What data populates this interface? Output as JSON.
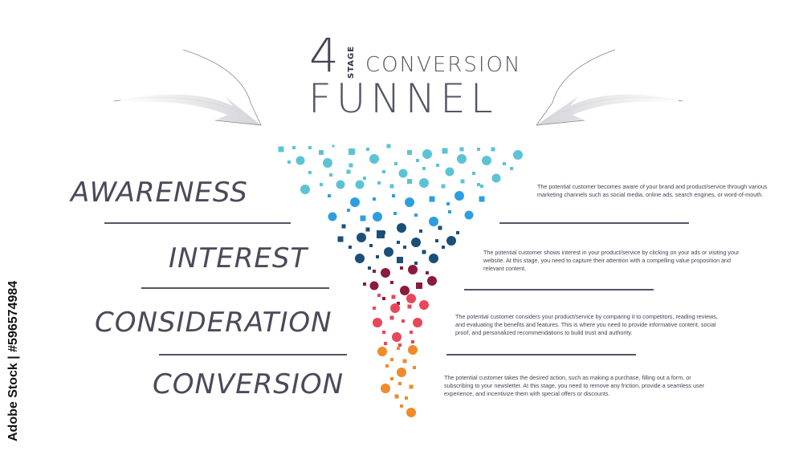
{
  "title": {
    "number": "4",
    "stage": "STAGE",
    "conversion": "CONVERSION",
    "funnel": "FUNNEL"
  },
  "stages": [
    {
      "label": "AWARENESS",
      "description": "The potential customer becomes aware of your brand and product/service through various marketing channels such as social media, online ads, search engines, or word-of-mouth."
    },
    {
      "label": "INTEREST",
      "description": "The potential customer shows interest in your product/service by clicking on your ads or visiting your website. At this stage, you need to capture their attention with a compelling value proposition and relevant content."
    },
    {
      "label": "CONSIDERATION",
      "description": "The potential customer considers your product/service by comparing it to competitors, reading reviews, and evaluating the benefits and features. This is where you need to provide informative content, social proof, and personalized recommendations to build trust and authority."
    },
    {
      "label": "CONVERSION",
      "description": "The potential customer takes the desired action, such as making a purchase, filling out a form, or subscribing to your newsletter. At this stage, you need to remove any friction, provide a seamless user experience, and incentivize them with special offers or discounts."
    }
  ],
  "watermark_id": "Adobe Stock | #596574984",
  "colors": {
    "awareness": "#5cc3d6",
    "awareness_mid": "#2d9fe0",
    "interest": "#1a4f7a",
    "consideration_dark": "#8a1b3d",
    "consideration": "#e8475a",
    "conversion": "#f08a2a",
    "text": "#4a4a5a"
  }
}
